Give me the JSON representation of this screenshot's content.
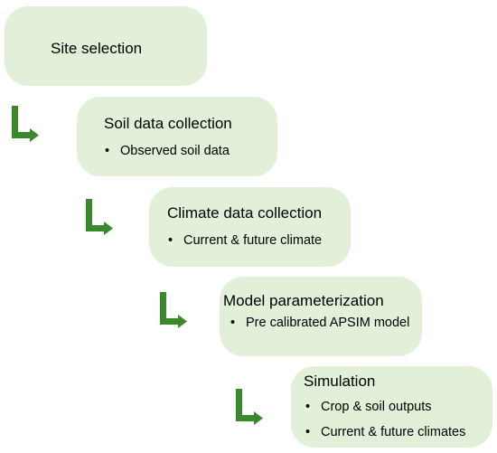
{
  "steps": [
    {
      "title": "Site selection",
      "bullets": []
    },
    {
      "title": "Soil data collection",
      "bullets": [
        "Observed soil data"
      ]
    },
    {
      "title": "Climate data collection",
      "bullets": [
        "Current & future climate"
      ]
    },
    {
      "title": "Model parameterization",
      "bullets": [
        "Pre calibrated APSIM model"
      ]
    },
    {
      "title": "Simulation",
      "bullets": [
        "Crop & soil outputs",
        "Current & future climates"
      ]
    }
  ],
  "colors": {
    "box_fill": "#e3f0d9",
    "arrow": "#3a8a2c"
  },
  "icons": {
    "connector": "l-shaped-arrow-icon"
  }
}
